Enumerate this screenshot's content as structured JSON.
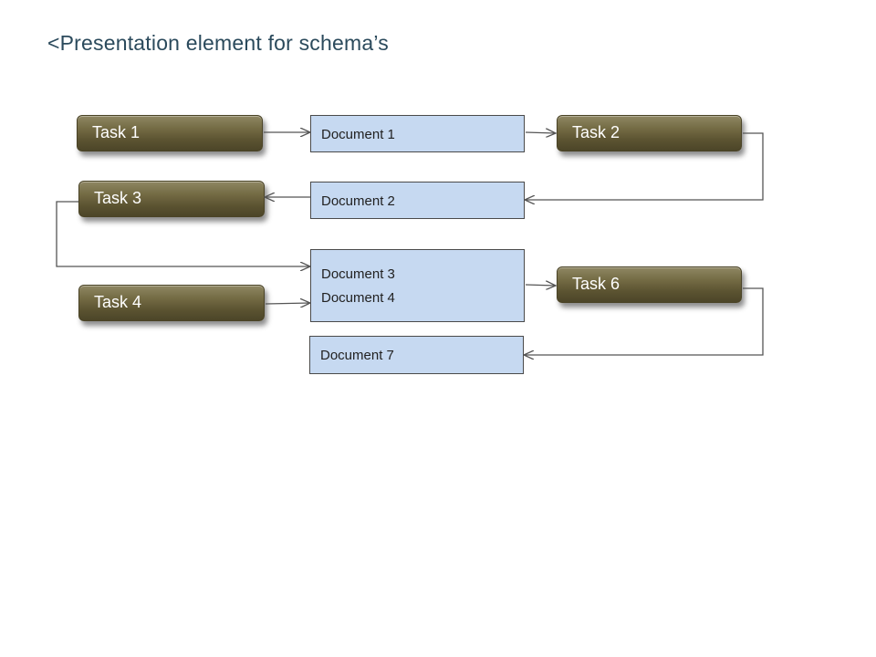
{
  "title": "<Presentation element for schema’s",
  "tasks": {
    "task1": "Task 1",
    "task2": "Task 2",
    "task3": "Task 3",
    "task4": "Task 4",
    "task6": "Task 6"
  },
  "documents": {
    "doc1": "Document 1",
    "doc2": "Document 2",
    "doc3": "Document 3",
    "doc4": "Document 4",
    "doc7": "Document 7"
  },
  "colors": {
    "task_fill": "#6b6340",
    "document_fill": "#c6d9f1",
    "title_text": "#2b4a5c",
    "connector": "#555555"
  }
}
